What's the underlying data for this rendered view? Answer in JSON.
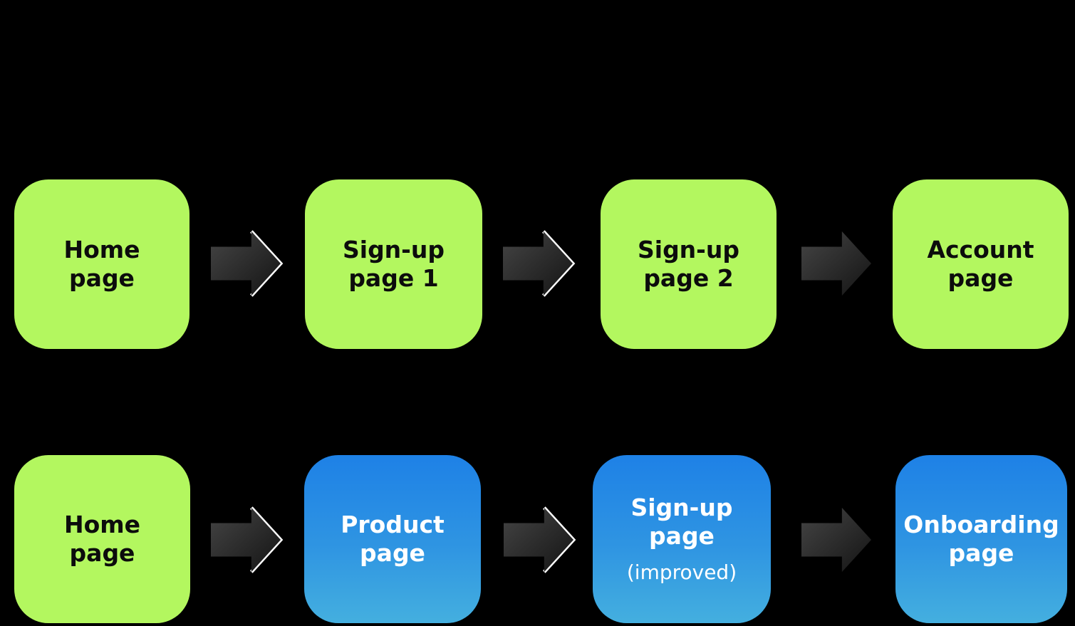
{
  "diagram": {
    "background_color": "#000000",
    "palette": {
      "node_green": "#b3f75f",
      "node_blue_top": "#1e81e6",
      "node_blue_bottom": "#44afdf",
      "arrow_gradient_light": "#454545",
      "arrow_gradient_dark": "#141414",
      "arrow_outline": "#ffffff",
      "text_on_green": "#0c0c0c",
      "text_on_blue": "#ffffff"
    },
    "rows": [
      {
        "name": "original-flow",
        "nodes": [
          {
            "lines": [
              "Home",
              "page"
            ],
            "variant": "green"
          },
          {
            "lines": [
              "Sign-up",
              "page 1"
            ],
            "variant": "green"
          },
          {
            "lines": [
              "Sign-up",
              "page 2"
            ],
            "variant": "green"
          },
          {
            "lines": [
              "Account",
              "page"
            ],
            "variant": "green"
          }
        ],
        "arrows": [
          {
            "outlined": true
          },
          {
            "outlined": true
          },
          {
            "outlined": false
          }
        ]
      },
      {
        "name": "improved-flow",
        "nodes": [
          {
            "lines": [
              "Home",
              "page"
            ],
            "variant": "green"
          },
          {
            "lines": [
              "Product",
              "page"
            ],
            "variant": "blue"
          },
          {
            "lines": [
              "Sign-up",
              "page"
            ],
            "subline": "(improved)",
            "variant": "blue"
          },
          {
            "lines": [
              "Onboarding",
              "page"
            ],
            "variant": "blue"
          }
        ],
        "arrows": [
          {
            "outlined": true
          },
          {
            "outlined": true
          },
          {
            "outlined": false
          }
        ]
      }
    ]
  }
}
